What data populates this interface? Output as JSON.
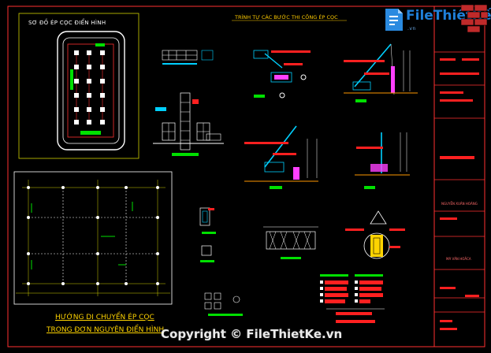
{
  "drawing": {
    "title_pile_scheme": "SƠ ĐỒ ÉP CỌC ĐIỂN HÌNH",
    "title_construction_steps": "TRÌNH TỰ CÁC BƯỚC THI CÔNG ÉP CỌC",
    "move_direction_line1": "HƯỚNG DI CHUYỂN ÉP CỌC",
    "move_direction_line2": "TRONG ĐƠN NGUYÊN ĐIỂN HÌNH",
    "designer_name": "NGUYỄN XUÂN HOÀNG",
    "sheet_code": "MÃ VĂN HOẮCA"
  },
  "logo": {
    "brand": "FileThiếtKế",
    "sub": ".vn"
  },
  "watermark": {
    "text": "Copyright © FileThietKe.vn"
  },
  "colors": {
    "background": "#000000",
    "line_white": "#ffffff",
    "accent_yellow": "#ffd400",
    "accent_red": "#ff2020",
    "accent_green": "#00e000",
    "accent_cyan": "#00d0ff",
    "accent_magenta": "#ff40ff",
    "accent_blue": "#1f7fd8"
  }
}
